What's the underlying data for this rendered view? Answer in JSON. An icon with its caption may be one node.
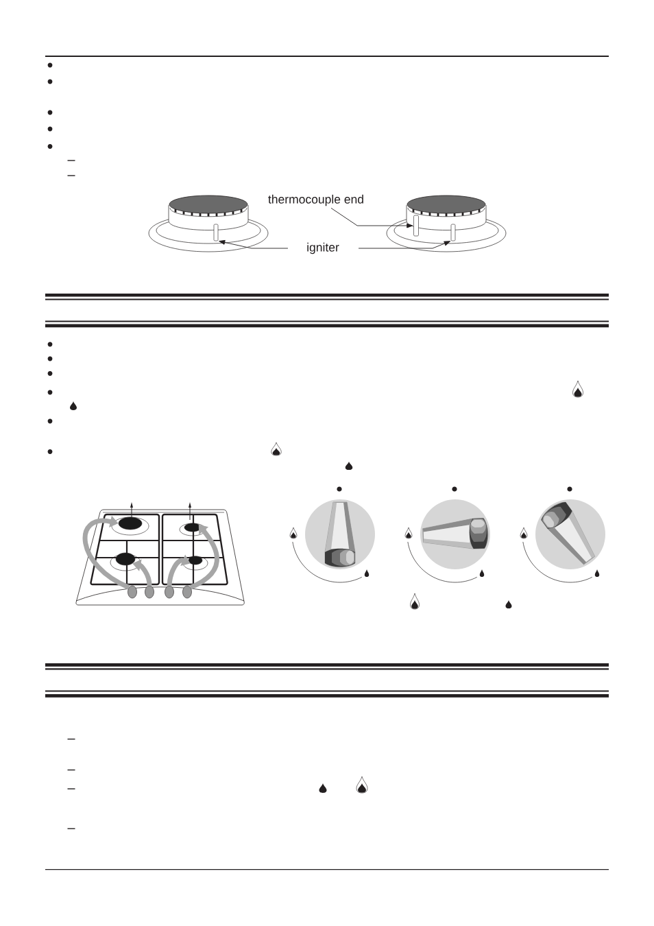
{
  "diagram": {
    "nodes": [
      {
        "text": [
          "thermocouple end"
        ]
      },
      {
        "text": [],
        "shape": "cylinder"
      },
      {
        "text": [],
        "shape": "cylinder"
      },
      {
        "text": [],
        "shape": "cylinder"
      },
      {
        "text": [
          "igniter"
        ]
      },
      {
        "text": [],
        "shape": "circle"
      },
      {
        "text": [],
        "shape": "circle"
      },
      {
        "text": [],
        "shape": "circle"
      },
      {
        "text": [],
        "shape": "circle"
      },
      {
        "text": [],
        "shape": "circle"
      },
      {
        "text": [],
        "shape": "circle"
      },
      {
        "text": [],
        "shape": "circle"
      },
      {
        "text": [],
        "shape": "circle"
      }
    ],
    "edges": [
      {
        "from": 0,
        "to": 2,
        "arrow": "to",
        "color": "#231f20"
      },
      {
        "from": 4,
        "to": 1,
        "arrow": "to",
        "color": "#231f20"
      },
      {
        "from": 4,
        "to": 3,
        "arrow": "to",
        "color": "#231f20"
      },
      {
        "from": 9,
        "to": 5,
        "arrow": "to"
      },
      {
        "from": 10,
        "to": 7,
        "arrow": "to"
      },
      {
        "from": 11,
        "to": 8,
        "arrow": "to"
      },
      {
        "from": 12,
        "to": 6,
        "arrow": "to"
      }
    ]
  }
}
